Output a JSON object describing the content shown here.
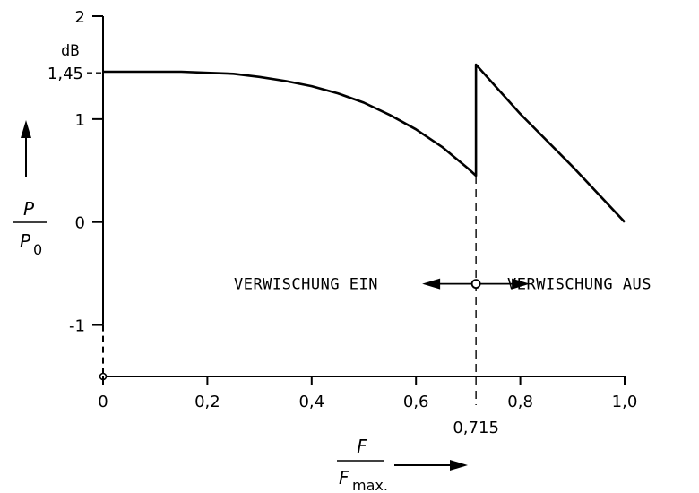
{
  "chart_data": {
    "type": "line",
    "title": "",
    "xlabel": {
      "numerator": "F",
      "denominator_main": "F",
      "denominator_sub": "max."
    },
    "ylabel": {
      "numerator": "P",
      "denominator_main": "P",
      "denominator_sub": "0"
    },
    "y_unit": "dB",
    "xlim": [
      0,
      1.0
    ],
    "ylim": [
      -1.5,
      2
    ],
    "x_ticks": [
      {
        "value": 0,
        "label": "0"
      },
      {
        "value": 0.2,
        "label": "0,2"
      },
      {
        "value": 0.4,
        "label": "0,4"
      },
      {
        "value": 0.6,
        "label": "0,6"
      },
      {
        "value": 0.8,
        "label": "0,8"
      },
      {
        "value": 1.0,
        "label": "1,0"
      }
    ],
    "y_ticks": [
      {
        "value": 2,
        "label": "2"
      },
      {
        "value": 1,
        "label": "1"
      },
      {
        "value": 0,
        "label": "0"
      },
      {
        "value": -1,
        "label": "-1"
      }
    ],
    "ref_y": {
      "value": 1.45,
      "label": "1,45"
    },
    "ref_x": {
      "value": 0.715,
      "label": "0,715"
    },
    "annotations": {
      "left": "VERWISCHUNG EIN",
      "right": "VERWISCHUNG AUS",
      "y_level": -0.6
    },
    "series": [
      {
        "x": [
          0,
          0.05,
          0.1,
          0.15,
          0.2,
          0.25,
          0.3,
          0.35,
          0.4,
          0.45,
          0.5,
          0.55,
          0.6,
          0.65,
          0.7,
          0.715,
          0.715,
          0.8,
          0.9,
          1.0
        ],
        "y": [
          1.46,
          1.46,
          1.46,
          1.46,
          1.45,
          1.44,
          1.41,
          1.37,
          1.32,
          1.25,
          1.16,
          1.04,
          0.9,
          0.73,
          0.52,
          0.45,
          1.53,
          1.05,
          0.54,
          0.0
        ]
      }
    ]
  }
}
